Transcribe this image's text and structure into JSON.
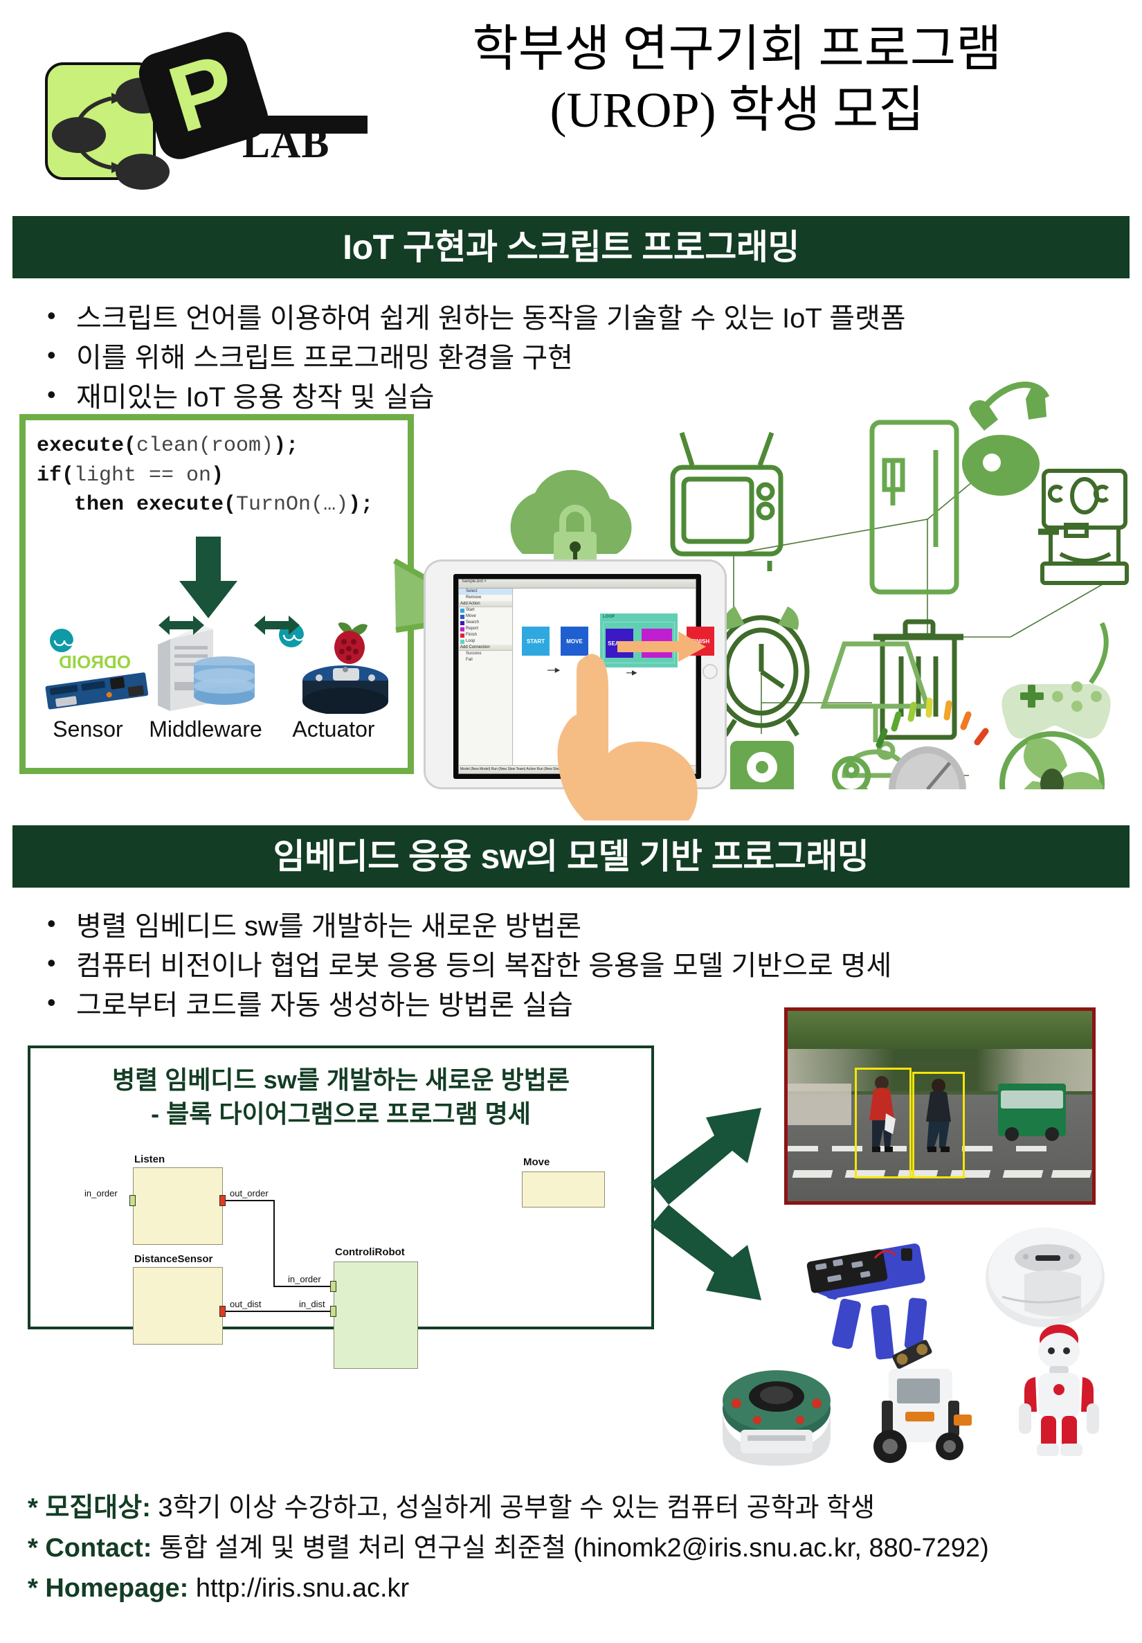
{
  "header": {
    "logo": {
      "letter": "P",
      "lab_text": "LAB",
      "card_color": "#c8f07a",
      "block_color": "#111111"
    },
    "title_line1": "학부생 연구기회 프로그램",
    "title_line2": "(UROP) 학생 모집"
  },
  "colors": {
    "band_green": "#133d24",
    "light_green": "#6fae47",
    "lime": "#c8f07a",
    "accent_red": "#8c1414",
    "bbox_yellow": "#f5e606"
  },
  "section1": {
    "band_title": "IoT 구현과 스크립트 프로그래밍",
    "bullets": [
      "스크립트 언어를 이용하여 쉽게 원하는 동작을 기술할 수 있는 IoT 플랫폼",
      "이를 위해 스크립트 프로그래밍 환경을 구현",
      "재미있는 IoT 응용 창작 및 실습"
    ],
    "code": {
      "line1_bold_a": "execute(",
      "line1_plain_a": "clean(room)",
      "line1_bold_b": ");",
      "line2_bold_a": "if(",
      "line2_plain_a": "light == on",
      "line2_bold_b": ")",
      "line3_bold_a": "   then execute(",
      "line3_plain_a": "TurnOn(…)",
      "line3_bold_b": ");"
    },
    "hardware": [
      {
        "label": "Sensor",
        "device": "arduino-mega-board",
        "logo": "ODROID"
      },
      {
        "label": "Middleware",
        "device": "server-database"
      },
      {
        "label": "Actuator",
        "device": "robot-platform"
      }
    ],
    "hw_logos": {
      "arduino": "arduino-infinity-icon",
      "raspberry": "raspberry-pi-icon",
      "odroid": "ODROID"
    },
    "iot_icons": [
      "cloud-lock-icon",
      "television-icon",
      "refrigerator-icon",
      "telephone-icon",
      "coffee-machine-icon",
      "alarm-clock-icon",
      "trash-bin-icon",
      "game-controller-icon",
      "desk-lamp-icon",
      "speaker-icon",
      "dial-gauge-icon",
      "key-icon",
      "fan-icon"
    ],
    "tablet": {
      "ide_tab": "Sample.brd  ×",
      "toolbox": {
        "select": "Select",
        "remove": "Remove",
        "group_action": "Add Action",
        "actions": [
          {
            "label": "Start",
            "color": "#2fa8e0"
          },
          {
            "label": "Move",
            "color": "#1f5fd0"
          },
          {
            "label": "Search",
            "color": "#3b19c4"
          },
          {
            "label": "Report",
            "color": "#c01fd0"
          },
          {
            "label": "Finish",
            "color": "#e8202f"
          },
          {
            "label": "Loop",
            "color": "#5fd6c0"
          }
        ],
        "group_connection": "Add Connection",
        "connections": [
          "Success",
          "Fail"
        ]
      },
      "flow": [
        {
          "label": "START",
          "color": "#2fa8e0"
        },
        {
          "label": "MOVE",
          "color": "#1f5fd0"
        },
        {
          "label": "SEARCH",
          "color": "#3b19c4"
        },
        {
          "label": "REPORT",
          "color": "#c01fd0"
        },
        {
          "label": "FINISH",
          "color": "#e8202f"
        }
      ],
      "loop_label": "LOOP",
      "status": "Model (New Model)   Run (New Slow Team)   Active Run (New Slow Team)"
    }
  },
  "section2": {
    "band_title": "임베디드 응용 sw의 모델 기반 프로그래밍",
    "bullets": [
      "병렬 임베디드 sw를 개발하는 새로운 방법론",
      "컴퓨터 비전이나 협업 로봇 응용 등의 복잡한 응용을 모델 기반으로 명세",
      "그로부터 코드를 자동 생성하는 방법론 실습"
    ],
    "diagram_box": {
      "title_line1": "병렬 임베디드 sw를 개발하는 새로운 방법론",
      "title_line2": "- 블록 다이어그램으로 프로그램 명세",
      "blocks": [
        {
          "name": "Listen",
          "kind": "yellow",
          "ports": [
            "in_order",
            "out_order"
          ]
        },
        {
          "name": "DistanceSensor",
          "kind": "yellow",
          "ports": [
            "out_dist"
          ]
        },
        {
          "name": "ControliRobot",
          "kind": "green",
          "ports": [
            "in_order",
            "in_dist"
          ]
        },
        {
          "name": "Move",
          "kind": "yellow",
          "ports": []
        }
      ],
      "port_labels": {
        "in_order_left": "in_order",
        "out_order": "out_order",
        "out_dist": "out_dist",
        "in_order_right": "in_order",
        "in_dist": "in_dist"
      }
    },
    "photo": {
      "caption": "pedestrian-detection-photo",
      "boxes": 2,
      "box_color": "#f5e606"
    },
    "robots": [
      "hexapod-robot",
      "roomba-vacuum-robot",
      "epuck-robot",
      "lego-mindstorms-robot",
      "humanoid-robot"
    ]
  },
  "footer": {
    "lines": [
      {
        "star": "*",
        "label": "모집대상:",
        "text": " 3학기 이상 수강하고, 성실하게 공부할 수 있는 컴퓨터 공학과 학생"
      },
      {
        "star": "*",
        "label": "Contact:",
        "text": " 통합 설계 및 병렬 처리 연구실 최준철 (hinomk2@iris.snu.ac.kr, 880-7292)"
      },
      {
        "star": "*",
        "label": "Homepage:",
        "text": " http://iris.snu.ac.kr"
      }
    ]
  }
}
